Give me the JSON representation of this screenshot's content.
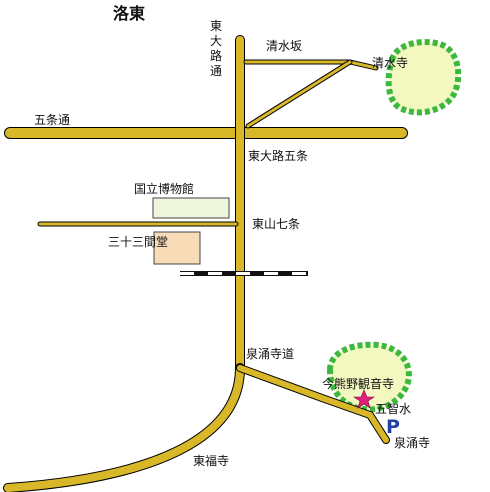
{
  "title": "洛東",
  "roads": {
    "higashioji_dori": "東大路通",
    "kiyomizuzaka": "清水坂",
    "gojo_dori": "五条通",
    "higashioji_gojo": "東大路五条",
    "higashiyama_shichijo": "東山七条",
    "sennyuji_michi": "泉涌寺道"
  },
  "places": {
    "kiyomizudera": "清水寺",
    "national_museum": "国立博物館",
    "sanjusangendo": "三十三間堂",
    "imakumano_kannonji": "今熊野観音寺",
    "gochisui": "五智水",
    "sennyuji": "泉涌寺",
    "tofukuji": "東福寺"
  },
  "parking": {
    "glyph": "P"
  },
  "colors": {
    "road": "#d8b828",
    "temple_area": "#f2f8c0",
    "forest_edge": "#3cb83c",
    "museum": "#eef6dc",
    "sanjusangendo": "#f8dcb8",
    "star": "#e0207a",
    "parking": "#2040a8"
  },
  "icons": {
    "star": "star-icon",
    "parking": "parking-icon"
  }
}
